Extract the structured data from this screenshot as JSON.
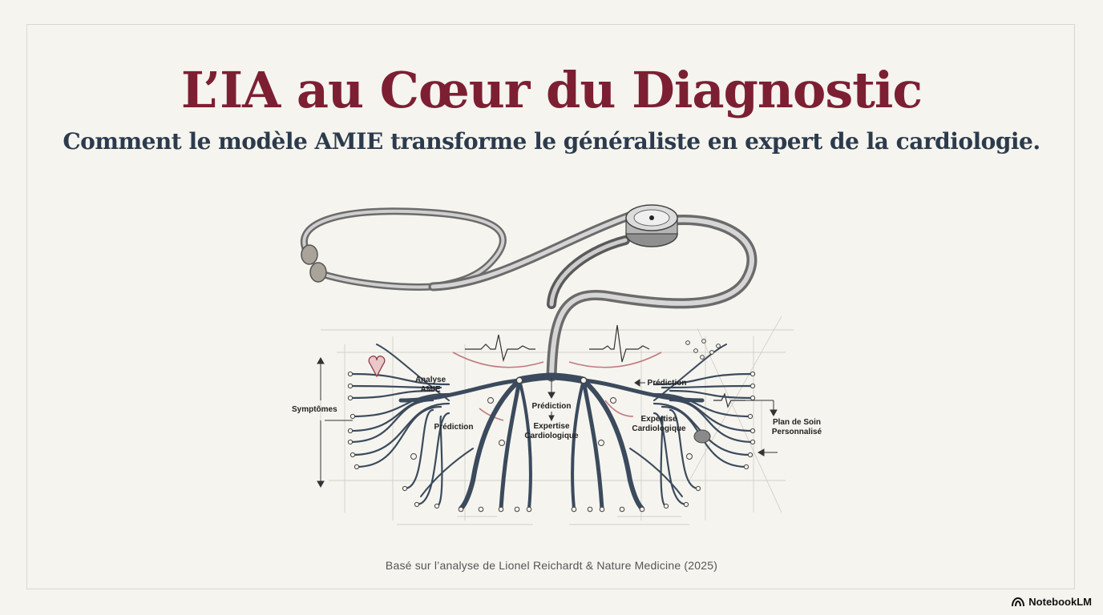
{
  "title": "L’IA au Cœur du Diagnostic",
  "subtitle": "Comment le modèle AMIE transforme le généraliste en expert de la cardiologie.",
  "diagram": {
    "labels": {
      "symptomes": "Symptômes",
      "analyse_amie_1": "Analyse",
      "analyse_amie_2": "AMIE",
      "prediction_left": "Prédiction",
      "prediction_center": "Prédiction",
      "expertise_center_1": "Expertise",
      "expertise_center_2": "Cardiologique",
      "prediction_right": "Prédiction",
      "expertise_right_1": "Expertise",
      "expertise_right_2": "Cardiologique",
      "plan_1": "Plan de Soin",
      "plan_2": "Personnalisé"
    }
  },
  "source": "Basé sur l’analyse de Lionel Reichardt & Nature Medicine (2025)",
  "brand": {
    "name": "NotebookLM",
    "icon": "notebooklm-logo-icon"
  },
  "colors": {
    "title": "#7d1f33",
    "subtitle": "#2c3b4c",
    "branch": "#3b4a5c",
    "accent": "#b8404f"
  }
}
